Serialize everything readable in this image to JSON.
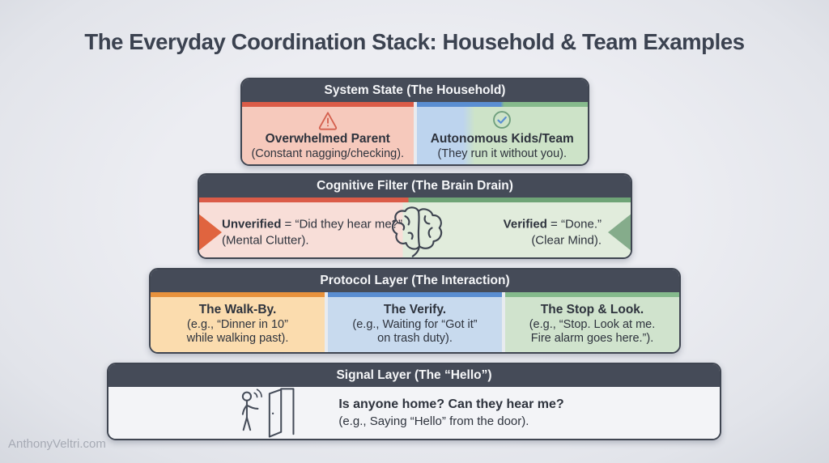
{
  "title": "The Everyday Coordination Stack: Household & Team Examples",
  "watermark": "AnthonyVeltri.com",
  "colors": {
    "page_bg": "#e9ebf0",
    "header_bg": "#454b58",
    "red_accent": "#db5c48",
    "red_fill": "#f6c9bc",
    "blue_accent": "#5a8ed2",
    "blue_fill": "#bdd4ee",
    "green_accent": "#85ba8c",
    "green_fill": "#cde3c8",
    "orange_accent": "#e8923c",
    "orange_fill": "#fbdcae",
    "arrow_left": "#e0643f",
    "arrow_right": "#85ac8b"
  },
  "layers": [
    {
      "header": "System State (The Household)",
      "cells": [
        {
          "icon": "warning-icon",
          "title": "Overwhelmed Parent",
          "subtitle": "(Constant nagging/checking)."
        },
        {
          "icon": "check-icon",
          "title": "Autonomous Kids/Team",
          "subtitle": "(They run it without you)."
        }
      ]
    },
    {
      "header": "Cognitive Filter (The Brain Drain)",
      "icon": "brain-icon",
      "left": {
        "lead": "Unverified",
        "rest": " = “Did they hear me?”",
        "subtitle": "(Mental Clutter)."
      },
      "right": {
        "lead": "Verified",
        "rest": " = “Done.”",
        "subtitle": "(Clear Mind)."
      }
    },
    {
      "header": "Protocol Layer (The Interaction)",
      "cells": [
        {
          "title": "The Walk-By.",
          "line1": "(e.g., “Dinner in 10”",
          "line2": "while walking past)."
        },
        {
          "title": "The Verify.",
          "line1": "(e.g., Waiting for “Got it”",
          "line2": "on trash duty)."
        },
        {
          "title": "The Stop & Look.",
          "line1": "(e.g., “Stop. Look at me.",
          "line2": "Fire alarm goes here.”)."
        }
      ]
    },
    {
      "header": "Signal Layer (The “Hello”)",
      "icon": "person-door-icon",
      "title": "Is anyone home? Can they hear me?",
      "subtitle": "(e.g., Saying “Hello” from the door)."
    }
  ]
}
